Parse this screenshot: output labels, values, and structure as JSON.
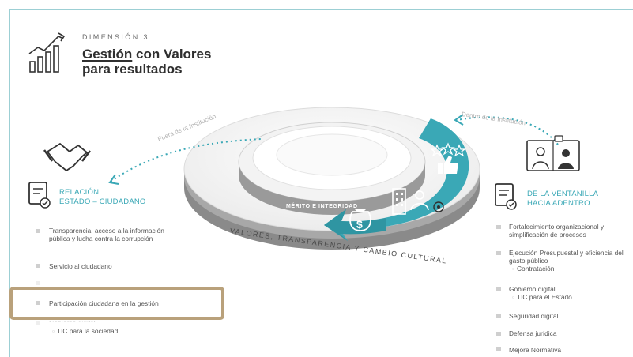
{
  "header": {
    "dimension_label": "DIMENSIÓN 3",
    "title_part1": "Gestión",
    "title_part2": " con Valores",
    "title_line2": "para resultados"
  },
  "diagram": {
    "outside_label": "Fuera de la Institución",
    "inside_label": "Dentro de la Institución",
    "inner_ring_label": "MÉRITO E INTEGRIDAD",
    "outer_ring_label": "VALORES, TRANSPARENCIA Y CAMBIO CULTURAL"
  },
  "left": {
    "title_line1": "RELACIÓN",
    "title_line2": "ESTADO – CIUDADANO",
    "items": [
      "Transparencia, acceso a la información pública y lucha contra la corrupción",
      "Servicio al ciudadano",
      "Participación ciudadana en la gestión",
      "Gobierno digital"
    ],
    "sub_item": "TIC para la sociedad"
  },
  "right": {
    "title_line1": "DE LA VENTANILLA",
    "title_line2": "HACIA ADENTRO",
    "items": [
      "Fortalecimiento organizacional y simplificación de procesos",
      "Ejecución Presupuestal y eficiencia del gasto público",
      "Gobierno digital",
      "Seguridad digital",
      "Defensa jurídica",
      "Mejora Normativa"
    ],
    "sub_items": [
      "Contratación",
      "TIC para el Estado"
    ]
  },
  "colors": {
    "teal": "#3aa8b6",
    "frame": "#7ec3ca",
    "ring_gray": "#d6d6d6",
    "highlight_border": "#b9a17b"
  }
}
